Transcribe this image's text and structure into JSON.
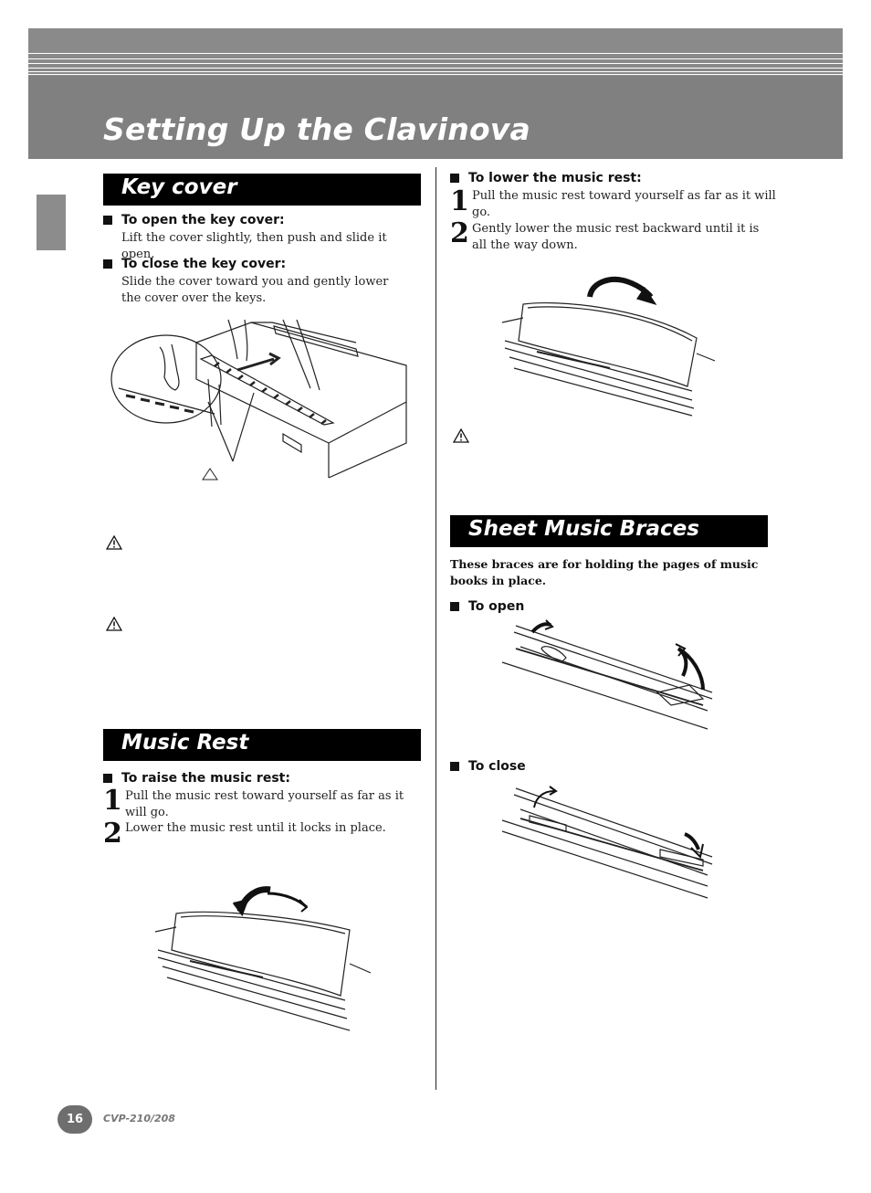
{
  "page_title": "Setting Up the Clavinova",
  "key_cover": {
    "heading": "Key cover",
    "open_heading": "To open the key cover:",
    "open_text": "Lift the cover slightly, then push and slide it open.",
    "close_heading": "To close the key cover:",
    "close_text": "Slide the cover toward you and gently lower the cover over the keys."
  },
  "music_rest": {
    "heading": "Music Rest",
    "raise_heading": "To raise the music rest:",
    "raise_steps": [
      {
        "num": "1",
        "text": "Pull the music rest toward yourself as far as it will go."
      },
      {
        "num": "2",
        "text": "Lower the music rest until it locks in place."
      }
    ],
    "lower_heading": "To lower the music rest:",
    "lower_steps": [
      {
        "num": "1",
        "text": "Pull the music rest toward yourself as far as it will go."
      },
      {
        "num": "2",
        "text": "Gently lower the music rest backward until it is all the way down."
      }
    ]
  },
  "sheet_music_braces": {
    "heading": "Sheet Music Braces",
    "intro": "These braces are for holding the pages of music books in place.",
    "open_heading": "To open",
    "close_heading": "To close"
  },
  "footer": {
    "page_number": "16",
    "model": "CVP-210/208"
  },
  "colors": {
    "header_band": "#808080",
    "section_bar": "#000000",
    "page_badge": "#6e6e6e"
  },
  "icons": [
    "warning-icon",
    "arrow-icon"
  ]
}
